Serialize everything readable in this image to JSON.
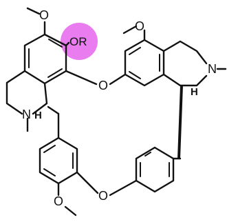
{
  "structure": {
    "atoms": {
      "o_top_left": "O",
      "or_group": "OR",
      "o_top_right": "O",
      "o_bridge_mid": "O",
      "o_bridge_low": "O",
      "o_bottom": "O",
      "n_left": "N",
      "n_right": "N",
      "h_left": "H",
      "h_right": "H"
    },
    "colors": {
      "highlight": "#E97CEF",
      "bond": "#111111"
    }
  }
}
